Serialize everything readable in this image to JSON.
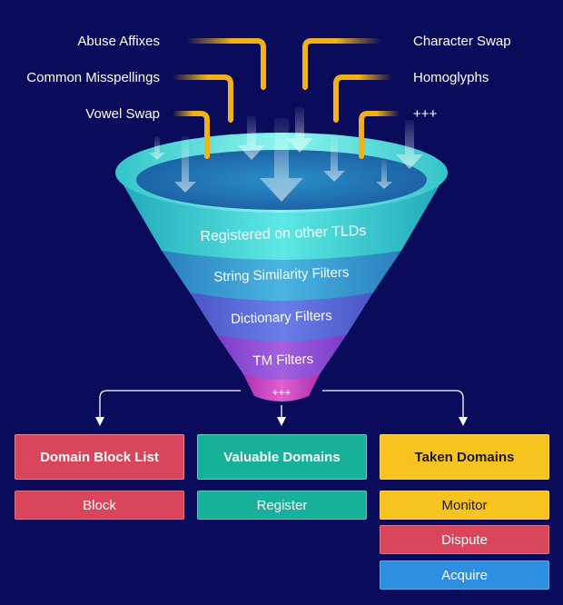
{
  "sources_left": [
    "Abuse Affixes",
    "Common Misspellings",
    "Vowel Swap"
  ],
  "sources_right": [
    "Character Swap",
    "Homoglyphs",
    "+++"
  ],
  "funnel_stages": [
    "Registered on other TLDs",
    "String Similarity Filters",
    "Dictionary Filters",
    "TM Filters",
    "+++"
  ],
  "outcomes": {
    "block_list": {
      "title": "Domain Block List",
      "actions": [
        "Block"
      ]
    },
    "valuable": {
      "title": "Valuable Domains",
      "actions": [
        "Register"
      ]
    },
    "taken": {
      "title": "Taken Domains",
      "actions": [
        "Monitor",
        "Dispute",
        "Acquire"
      ]
    }
  },
  "colors": {
    "background": "#0b0b5c",
    "red": "#d9455b",
    "teal": "#17b19a",
    "yellow": "#f7c320",
    "blue": "#2e8ee0",
    "pipe": "#f0b21a"
  }
}
